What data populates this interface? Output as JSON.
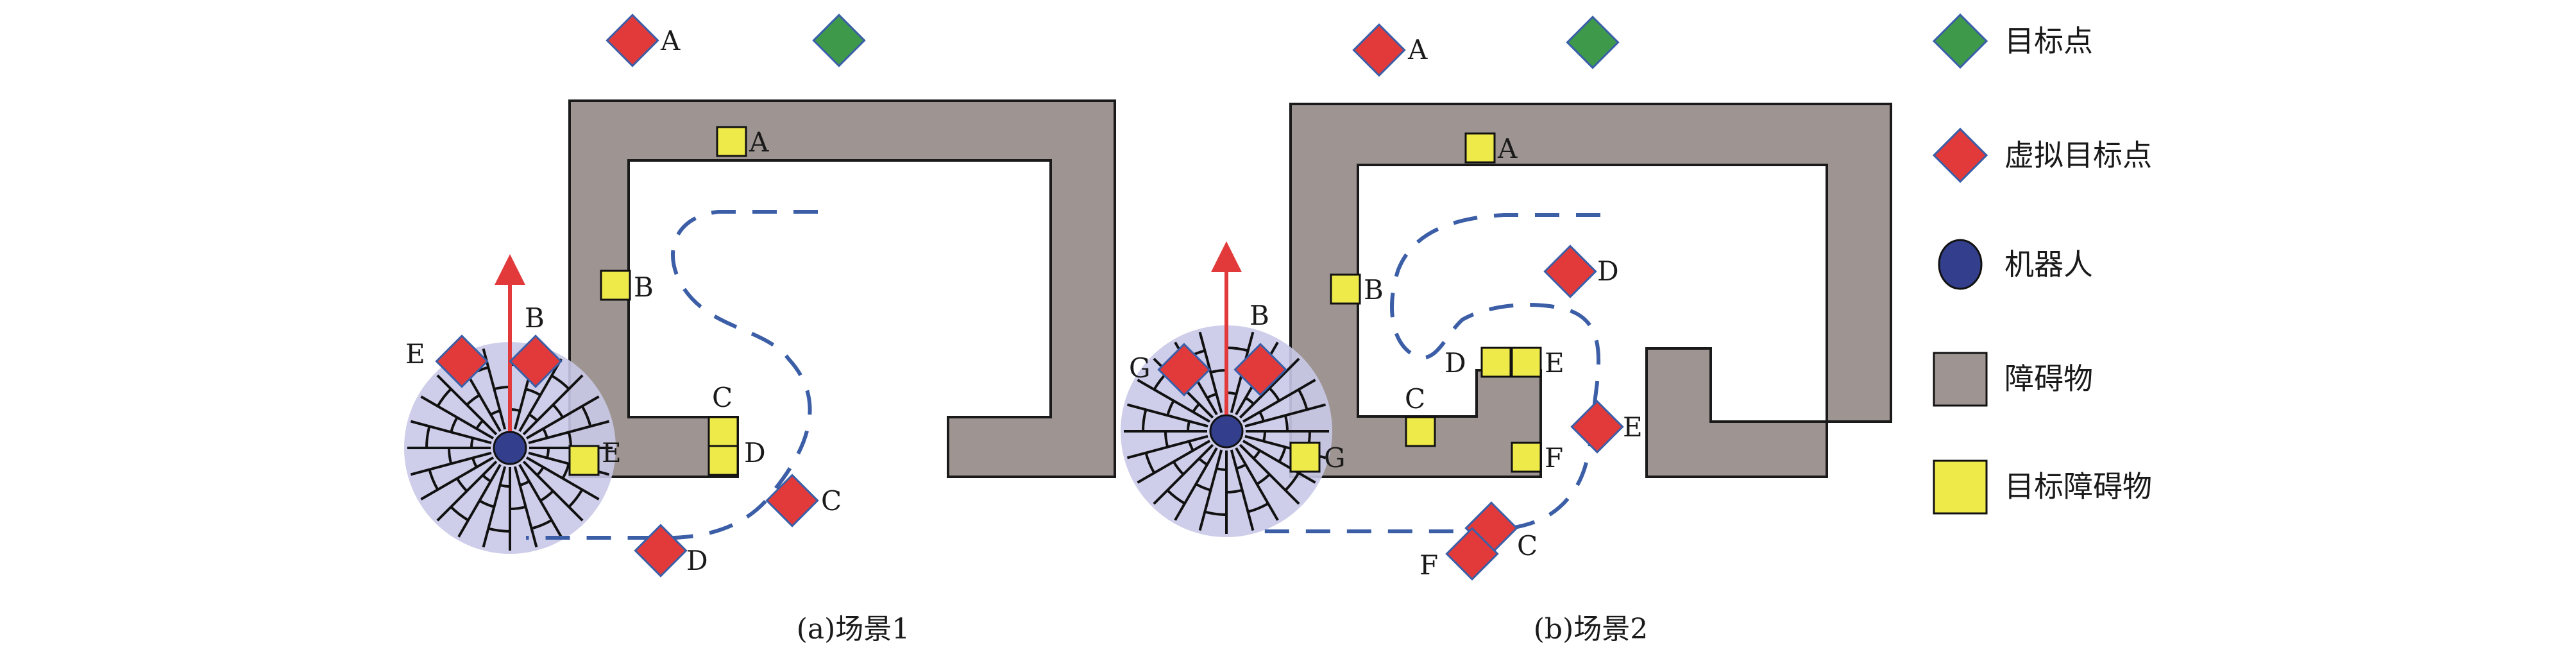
{
  "scenes": [
    {
      "caption": "(a)场景1",
      "goal_label": "",
      "virtual_goals": [
        "A",
        "B",
        "C",
        "D",
        "E"
      ],
      "target_obstacles": [
        "A",
        "B",
        "C",
        "D",
        "E"
      ]
    },
    {
      "caption": "(b)场景2",
      "goal_label": "",
      "virtual_goals": [
        "A",
        "B",
        "C",
        "D",
        "E",
        "F",
        "G"
      ],
      "target_obstacles": [
        "A",
        "B",
        "C",
        "D",
        "E",
        "F",
        "G"
      ]
    }
  ],
  "legend": {
    "goal": "目标点",
    "virtual_goal": "虚拟目标点",
    "robot": "机器人",
    "obstacle": "障碍物",
    "target_obstacle": "目标障碍物"
  },
  "colors": {
    "goal": "#3e9a4a",
    "virtual_goal": "#e23a3a",
    "diamond_border": "#3a5fa8",
    "robot": "#333f8c",
    "obstacle": "#9e9593",
    "target_obstacle": "#eeea4a",
    "path": "#3b5ea7",
    "arrow": "#e23a3a",
    "sensor_zone": "#c9c9e8"
  }
}
